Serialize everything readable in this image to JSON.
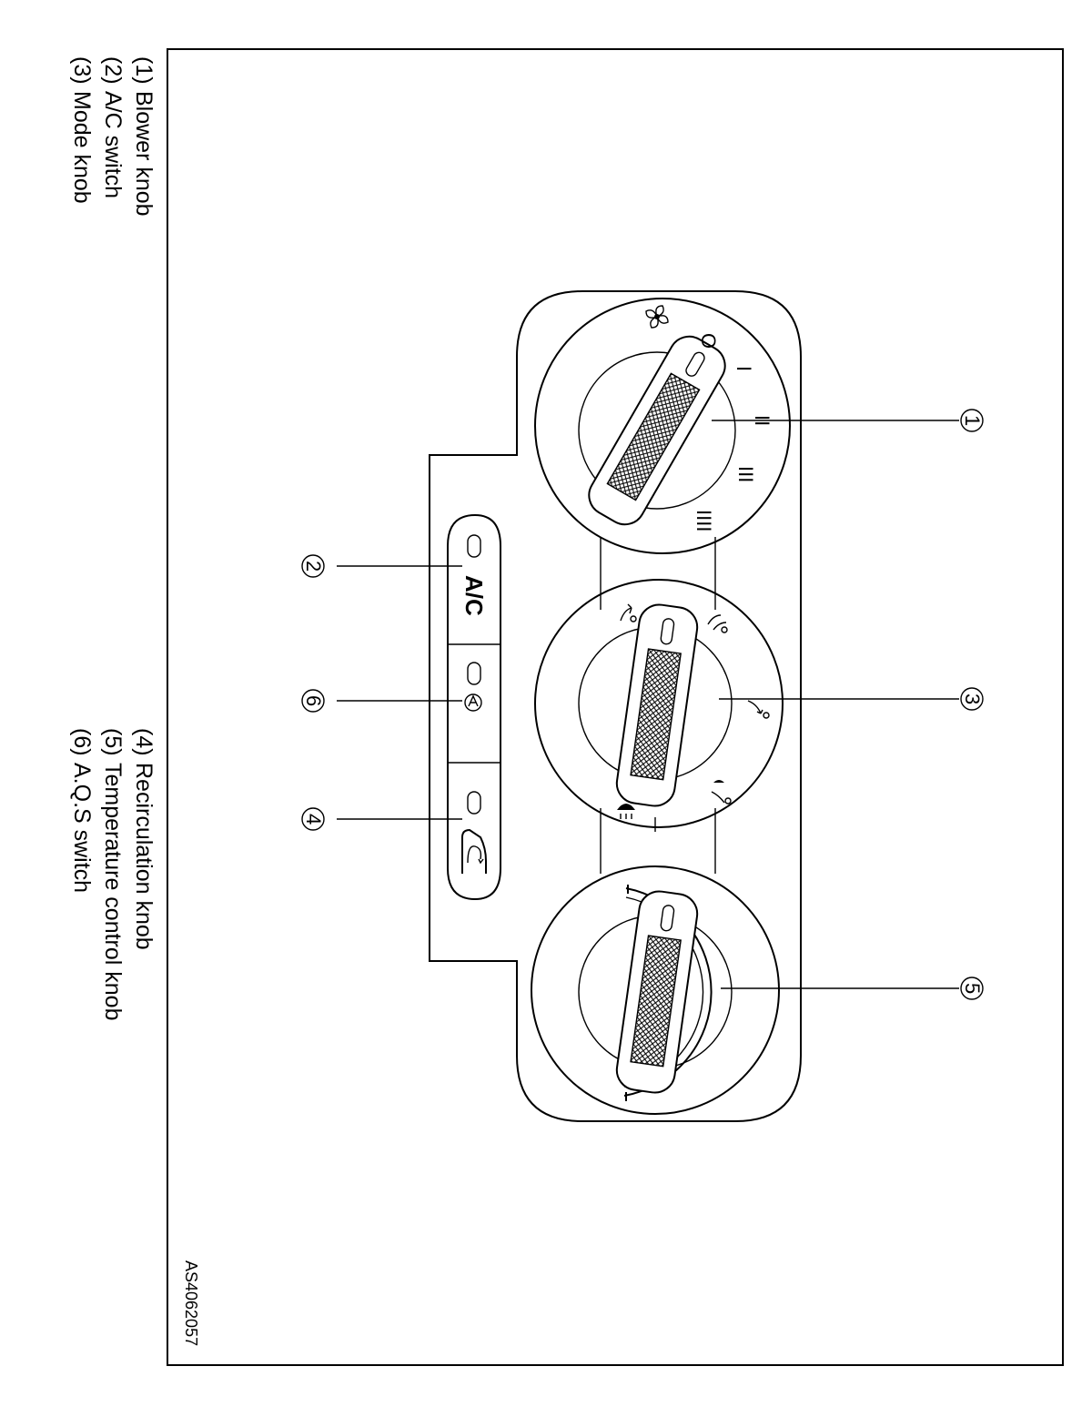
{
  "legend_left": [
    {
      "num": "(1)",
      "label": "Blower knob"
    },
    {
      "num": "(2)",
      "label": "A/C switch"
    },
    {
      "num": "(3)",
      "label": "Mode knob"
    }
  ],
  "legend_right": [
    {
      "num": "(4)",
      "label": "Recirculation knob"
    },
    {
      "num": "(5)",
      "label": "Temperature control knob"
    },
    {
      "num": "(6)",
      "label": "A.Q.S switch"
    }
  ],
  "figure_code": "AS4062057",
  "callouts": {
    "c1": "1",
    "c2": "2",
    "c3": "3",
    "c4": "4",
    "c5": "5",
    "c6": "6"
  },
  "ac_button_label": "A/C",
  "blower_scale": {
    "off": "O",
    "s1": "I",
    "s2": "II",
    "s3": "III",
    "s4": "IIII"
  },
  "icons": {
    "fan": "fan-icon",
    "face_vent": "face-vent-icon",
    "bilevel": "bilevel-icon",
    "foot": "foot-vent-icon",
    "foot_defrost": "foot-defrost-icon",
    "defrost": "defrost-icon",
    "aqs": "aqs-icon",
    "recirculation": "recirculation-icon"
  }
}
